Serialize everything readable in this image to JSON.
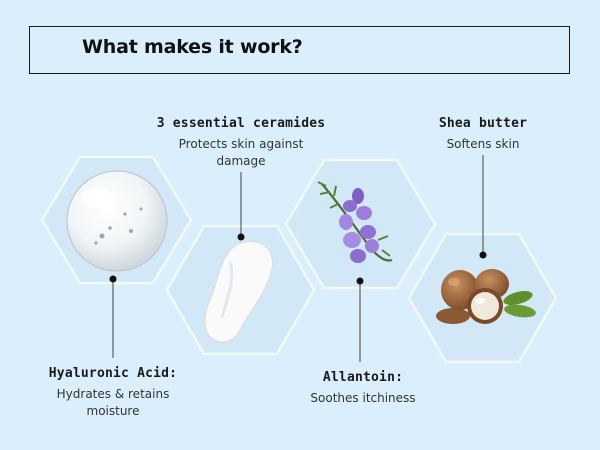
{
  "title": "What makes it work?",
  "ingredients": [
    {
      "name": "Hyaluronic Acid:",
      "description_line1": "Hydrates & retains",
      "description_line2": "moisture",
      "image_icon": "gel-droplet-icon"
    },
    {
      "name": "3 essential ceramides",
      "description_line1": "Protects skin against",
      "description_line2": "damage",
      "image_icon": "cream-swatch-icon"
    },
    {
      "name": "Allantoin:",
      "description_line1": "Soothes itchiness",
      "description_line2": "",
      "image_icon": "lavender-flower-icon"
    },
    {
      "name": "Shea butter",
      "description_line1": "Softens skin",
      "description_line2": "",
      "image_icon": "shea-nuts-icon"
    }
  ],
  "colors": {
    "background": "#dbeefb",
    "hexagon_fill": "#d3e8f6",
    "hexagon_stroke": "#eef7fd",
    "text": "#111111"
  }
}
